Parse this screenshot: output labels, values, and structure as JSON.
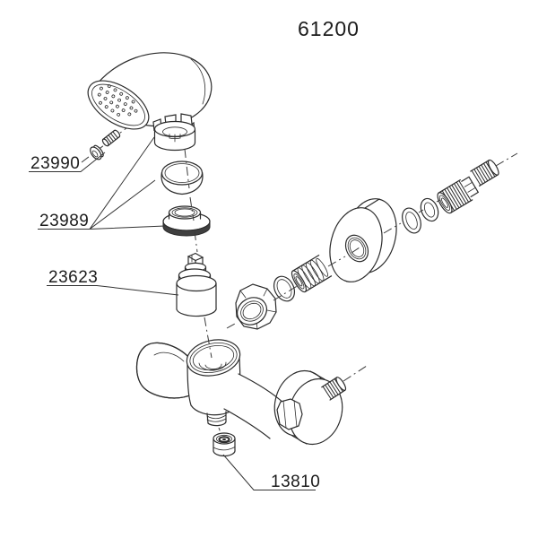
{
  "title": "61200",
  "callouts": [
    {
      "id": "23990",
      "target": "handle-set-screw-and-plug"
    },
    {
      "id": "23989",
      "target": "handle-cap-dome-ring-threaded-ring"
    },
    {
      "id": "23623",
      "target": "cartridge"
    },
    {
      "id": "13810",
      "target": "check-valve-insert"
    }
  ],
  "colors": {
    "line": "#2b2b2b",
    "text": "#1c1c1c",
    "background": "#ffffff",
    "dark_band": "#3f3f3f"
  }
}
